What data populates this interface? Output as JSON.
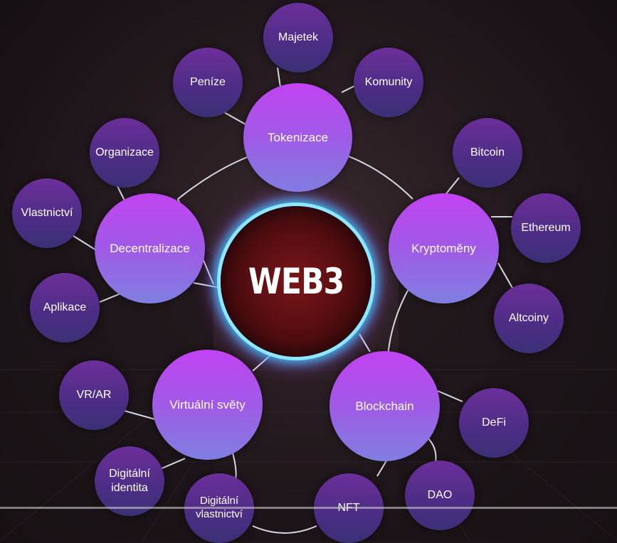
{
  "center": {
    "label": "WEB3"
  },
  "nodes": {
    "tokenizace": "Tokenizace",
    "kryptomeny": "Kryptoměny",
    "blockchain": "Blockchain",
    "virtualni_svety": "Virtuální světy",
    "decentralizace": "Decentralizace",
    "majetek": "Majetek",
    "penize": "Peníze",
    "komunity": "Komunity",
    "bitcoin": "Bitcoin",
    "ethereum": "Ethereum",
    "altcoiny": "Altcoiny",
    "defi": "DeFi",
    "dao": "DAO",
    "nft": "NFT",
    "digitalni_vlastnictvi": "Digitální\nvlastnictví",
    "digitalni_identita": "Digitální\nidentita",
    "vr_ar": "VR/AR",
    "aplikace": "Aplikace",
    "vlastnictvi": "Vlastnictví",
    "organizace": "Organizace"
  },
  "colors": {
    "main_node": "#a05ae6",
    "sub_node": "#4e2d86",
    "center_ring": "#33c8ff",
    "links": "#d9d9e6"
  }
}
